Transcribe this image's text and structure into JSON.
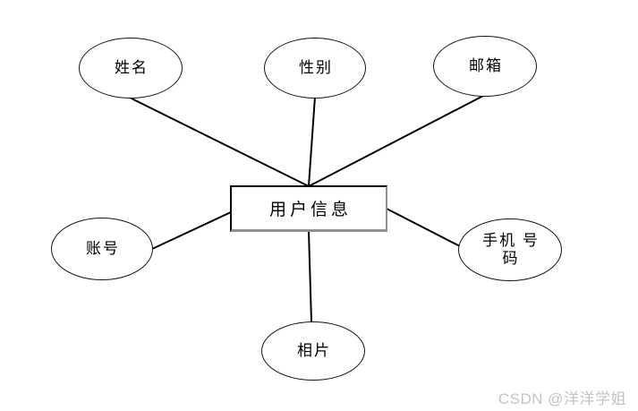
{
  "entity": {
    "label": "用户信息"
  },
  "attributes": {
    "name": {
      "label": "姓名"
    },
    "gender": {
      "label": "性别"
    },
    "email": {
      "label": "邮箱"
    },
    "account": {
      "label": "账号"
    },
    "phone": {
      "line1": "手机 号",
      "line2": "码"
    },
    "photo": {
      "label": "相片"
    }
  },
  "watermark": {
    "text": "CSDN @洋洋学姐",
    "color": "#c4c4c4"
  },
  "colors": {
    "background": "#ffffff",
    "connector": "#000000",
    "shape_border": "#141414",
    "entity_shadow": "#909090"
  }
}
